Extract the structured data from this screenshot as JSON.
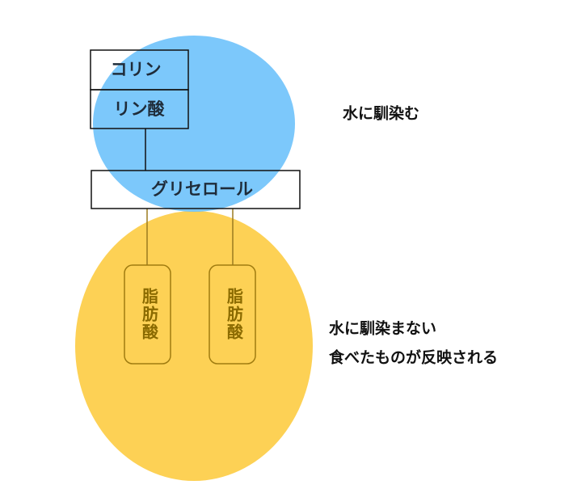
{
  "colors": {
    "hydrophilic": "#6ec2fb",
    "hydrophobic": "#fdd155",
    "fatty_box_stroke": "#a07c10",
    "box_stroke": "#111111"
  },
  "head": {
    "choline": "コリン",
    "phosphate": "リン酸"
  },
  "glycerol": "グリセロール",
  "fatty_acids": [
    "脂肪酸",
    "脂肪酸"
  ],
  "notes": {
    "hydrophilic": "水に馴染む",
    "hydrophobic_line1": "水に馴染まない",
    "hydrophobic_line2": "食べたものが反映される"
  }
}
